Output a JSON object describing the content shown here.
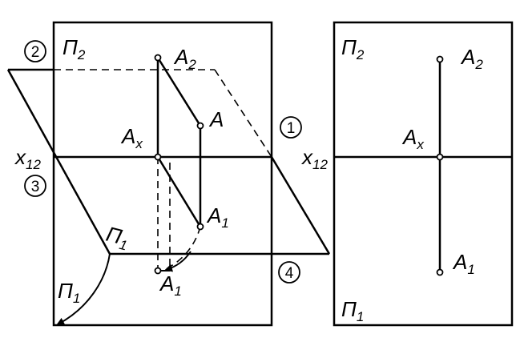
{
  "left_figure": {
    "plane_upper": {
      "main": "Π",
      "sub": "2"
    },
    "plane_lower": {
      "main": "Π",
      "sub": "1"
    },
    "plane_rotated": {
      "main": "Π",
      "sub": "1"
    },
    "axis": {
      "main": "x",
      "sub": "12"
    },
    "point_A": {
      "main": "A",
      "sub": ""
    },
    "point_A2": {
      "main": "A",
      "sub": "2"
    },
    "point_Ax": {
      "main": "A",
      "sub": "x"
    },
    "point_A1": {
      "main": "A",
      "sub": "1"
    },
    "point_A1_rot": {
      "main": "A",
      "sub": "1"
    },
    "markers": [
      "2",
      "1",
      "3",
      "4"
    ]
  },
  "right_figure": {
    "plane_upper": {
      "main": "Π",
      "sub": "2"
    },
    "plane_lower": {
      "main": "Π",
      "sub": "1"
    },
    "axis": {
      "main": "x",
      "sub": "12"
    },
    "point_A2": {
      "main": "A",
      "sub": "2"
    },
    "point_Ax": {
      "main": "A",
      "sub": "x"
    },
    "point_A1": {
      "main": "A",
      "sub": "1"
    }
  }
}
